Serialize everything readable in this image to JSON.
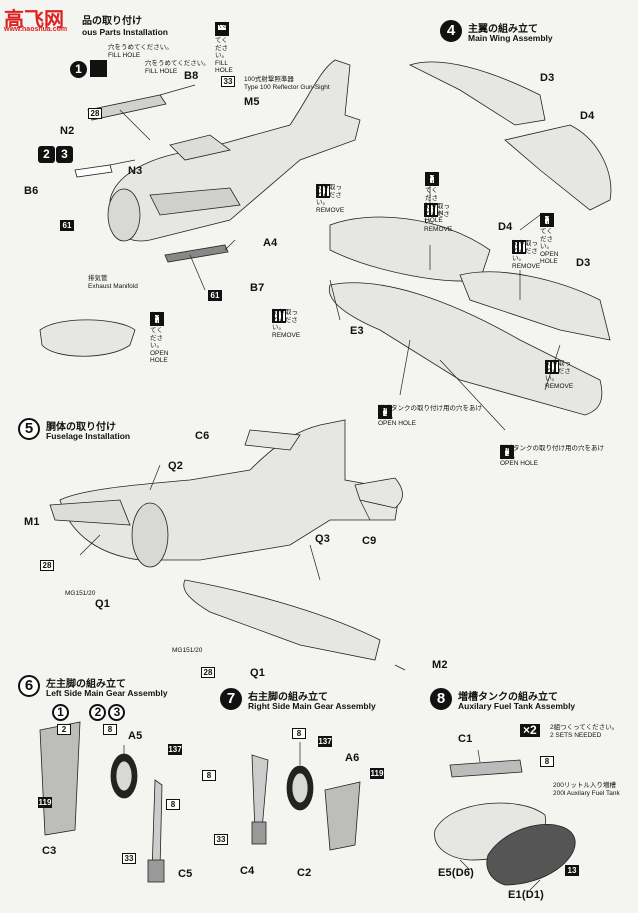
{
  "watermark": {
    "brand": "高飞网",
    "domain": "www.haoshua.com"
  },
  "step3": {
    "title_jp": "品の取り付け",
    "title_en": "ous Parts Installation",
    "fill_hole_jp": "穴をうめてください。",
    "fill_hole_en": "FILL HOLE",
    "reflector_jp": "100式射撃照準器",
    "reflector_en": "Type 100 Reflector Gun-Sight",
    "exhaust_jp": "排気管",
    "exhaust_en": "Exhaust Manifold",
    "open_hole_jp": "穴をあけてください。",
    "open_hole_en": "OPEN HOLE",
    "parts": {
      "b8": "B8",
      "m5": "M5",
      "n2": "N2",
      "n3": "N3",
      "b6": "B6",
      "a4": "A4",
      "b7": "B7"
    },
    "nums": {
      "n33": "33",
      "n28": "28",
      "n61a": "61",
      "n61b": "61"
    },
    "steps_1": "1",
    "steps_2": "2",
    "steps_3": "3"
  },
  "step4": {
    "num": "4",
    "title_jp": "主翼の組み立て",
    "title_en": "Main Wing Assembly",
    "parts": {
      "d3a": "D3",
      "d4a": "D4",
      "d4b": "D4",
      "d3b": "D3",
      "e3": "E3"
    },
    "remove_jp": "切り取ってください。",
    "remove_en": "REMOVE",
    "open_hole_jp": "穴をあけてください。",
    "open_hole_en": "OPEN HOLE",
    "tank_hole_jp": "増槽タンクの取り付け用の穴をあけます。",
    "tank_hole_en": "OPEN HOLE"
  },
  "step5": {
    "num": "5",
    "title_jp": "胴体の取り付け",
    "title_en": "Fuselage Installation",
    "parts": {
      "c6": "C6",
      "q2": "Q2",
      "m1": "M1",
      "c9": "C9",
      "q3": "Q3",
      "q1a": "Q1",
      "q1b": "Q1",
      "m2": "M2"
    },
    "mg": "MG151/20",
    "nums": {
      "n28a": "28",
      "n28b": "28"
    }
  },
  "step6": {
    "num": "6",
    "title_jp": "左主脚の組み立て",
    "title_en": "Left Side Main Gear Assembly",
    "parts": {
      "a5": "A5",
      "c3": "C3",
      "c5": "C5"
    },
    "nums": {
      "n2": "2",
      "n8a": "8",
      "n137": "137",
      "n119": "119",
      "n8b": "8",
      "n33": "33"
    }
  },
  "step7": {
    "num": "7",
    "title_jp": "右主脚の組み立て",
    "title_en": "Right Side Main Gear Assembly",
    "parts": {
      "a6": "A6",
      "c4": "C4",
      "c2": "C2"
    },
    "nums": {
      "n8a": "8",
      "n137": "137",
      "n8b": "8",
      "n119": "119",
      "n33": "33"
    }
  },
  "step8": {
    "num": "8",
    "title_jp": "増槽タンクの組み立て",
    "title_en": "Auxilary Fuel Tank Assembly",
    "x2": "×2",
    "sets_jp": "2組つくってください。",
    "sets_en": "2 SETS NEEDED",
    "tank_jp": "200リットル入り増槽",
    "tank_en": "200l Auxilary Fuel Tank",
    "parts": {
      "c1": "C1",
      "e5": "E5(D6)",
      "e1": "E1(D1)"
    },
    "nums": {
      "n8": "8",
      "n13": "13"
    }
  }
}
